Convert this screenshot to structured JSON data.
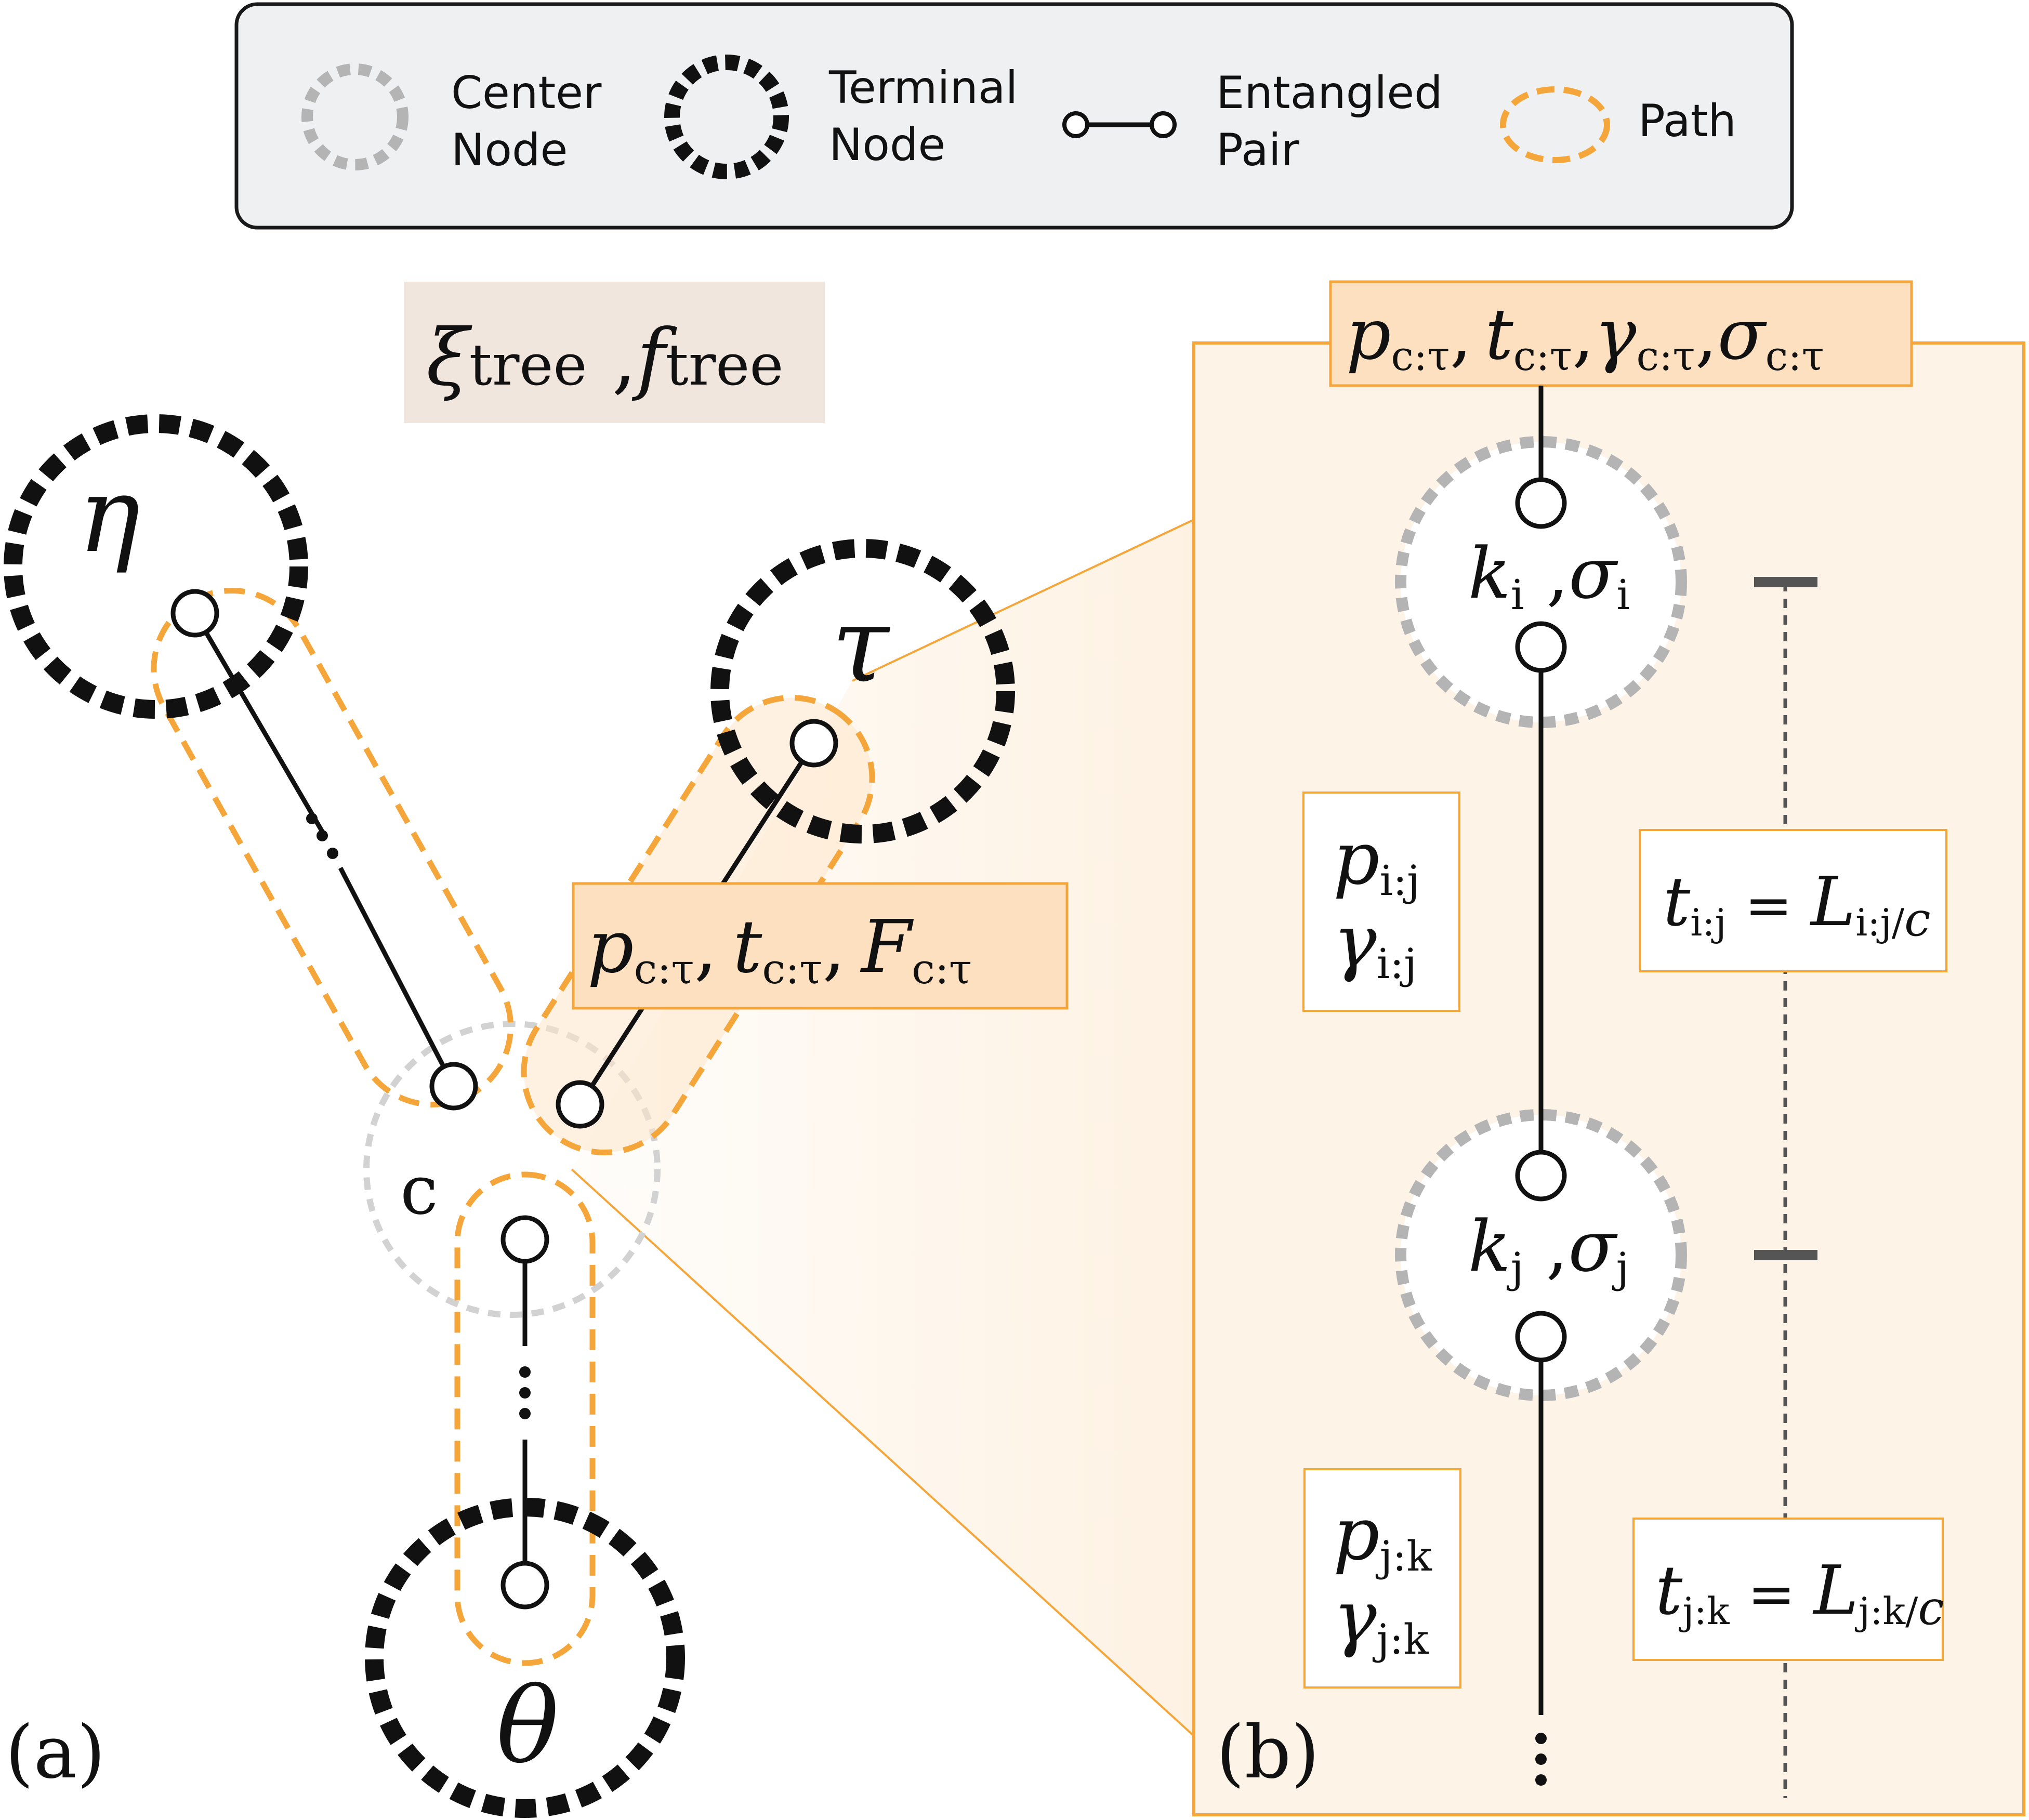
{
  "legend": {
    "center_node": [
      "Center",
      "Node"
    ],
    "terminal_node": [
      "Terminal",
      "Node"
    ],
    "entangled_pair": [
      "Entangled",
      "Pair"
    ],
    "path": "Path"
  },
  "panel_a": {
    "panel_label": "(a)",
    "tree_label": {
      "xi": "ξ",
      "f": "f",
      "sub": "tree",
      "sep": " ,"
    },
    "nodes": {
      "eta": "η",
      "tau": "τ",
      "theta": "θ",
      "center": "c"
    },
    "ellipsis": "⋮",
    "path_label": {
      "p": "p",
      "t": "t",
      "F": "F",
      "sub": "c:τ",
      "comma": ","
    }
  },
  "panel_b": {
    "panel_label": "(b)",
    "top_label": {
      "p": "p",
      "t": "t",
      "gamma": "γ",
      "sigma": "σ",
      "sub": "c:τ",
      "comma": ","
    },
    "node_i": {
      "k": "k",
      "sigma": "σ",
      "sub": "i",
      "comma": " ,"
    },
    "node_j": {
      "k": "k",
      "sigma": "σ",
      "sub": "j",
      "comma": " ,"
    },
    "link_ij": {
      "p": "p",
      "gamma": "γ",
      "sub": "i:j"
    },
    "link_jk": {
      "p": "p",
      "gamma": "γ",
      "sub": "j:k"
    },
    "time_ij": {
      "t": "t",
      "sub": "i:j",
      "eq": " = ",
      "L": "L",
      "Lsub": "i:j",
      "div": "/",
      "c": "c"
    },
    "time_jk": {
      "t": "t",
      "sub": "j:k",
      "eq": " = ",
      "L": "L",
      "Lsub": "j:k",
      "div": "/",
      "c": "c"
    },
    "ellipsis": "⋮"
  },
  "colors": {
    "orange": "#f4a63b",
    "panel_fill": "#fdf3e7",
    "label_fill": "#fde5c8",
    "tree_label_fill": "#f1e6de",
    "legend_fill": "#eff0f2",
    "center_gray": "#bdbdbd",
    "terminal_black": "#111111"
  }
}
